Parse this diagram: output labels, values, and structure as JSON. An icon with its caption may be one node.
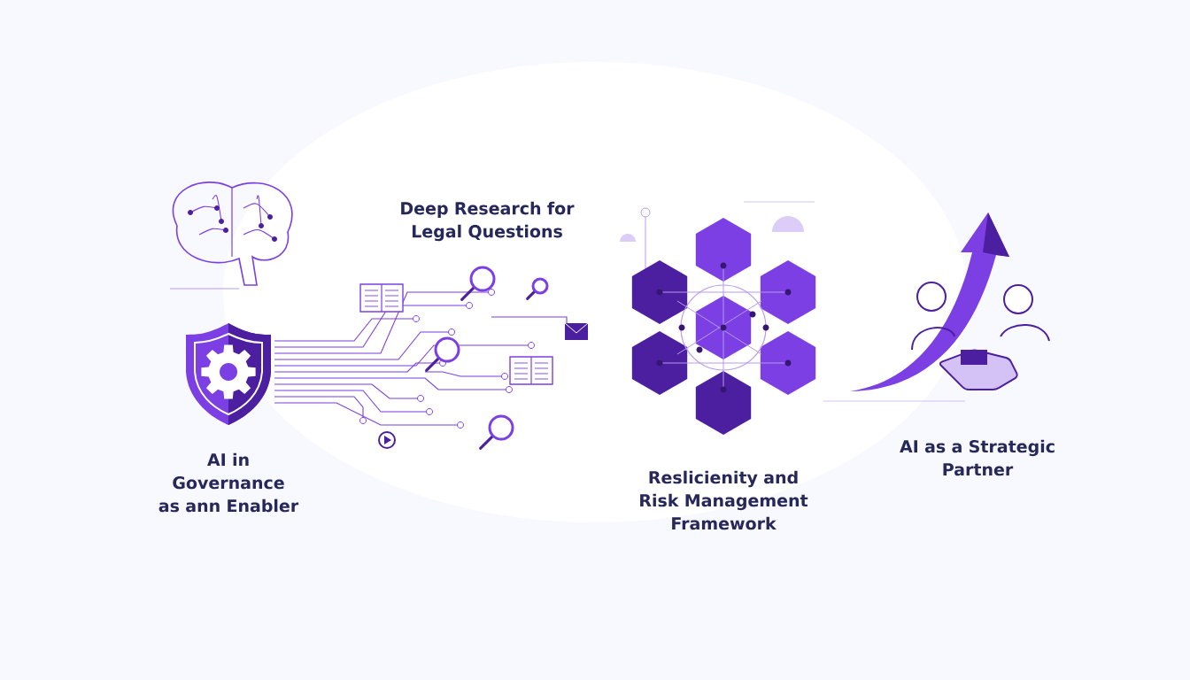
{
  "diagram": {
    "labels": [
      "Deep Research for Legal Questions",
      "AI in Governance as ann Enabler",
      "Reslicienity and Risk Management Framework",
      "AI as a Strategic Partner"
    ]
  }
}
